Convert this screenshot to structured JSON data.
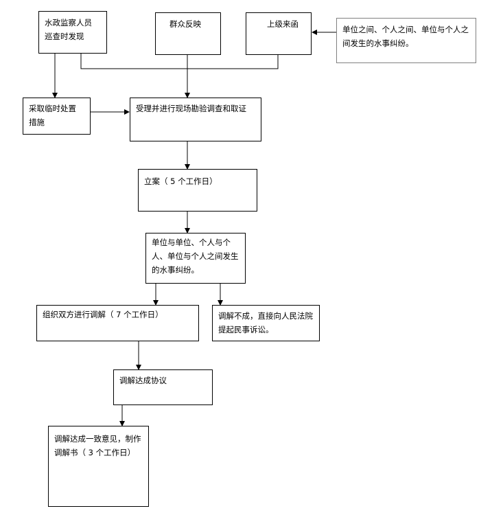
{
  "nodes": {
    "patrol": "水政监察人员\n巡查时发现",
    "public": "群众反映",
    "superior": "上级来函",
    "dispute_source": "单位之间、个人之间、单位与个人之间发生的水事纠纷。",
    "temporary": "采取临时处置\n措施",
    "accept": "受理并进行现场勘验调查和取证",
    "file_case": "立案（ 5 个工作日）",
    "dispute": "单位与单位、个人与个人、单位与个人之间发生的水事纠纷。",
    "mediate": "组织双方进行调解（ 7 个工作日）",
    "lawsuit": "调解不成，直接向人民法院提起民事诉讼。",
    "agreement": "调解达成协议",
    "document": "调解达成一致意见，制作调解书（ 3 个工作日）"
  }
}
